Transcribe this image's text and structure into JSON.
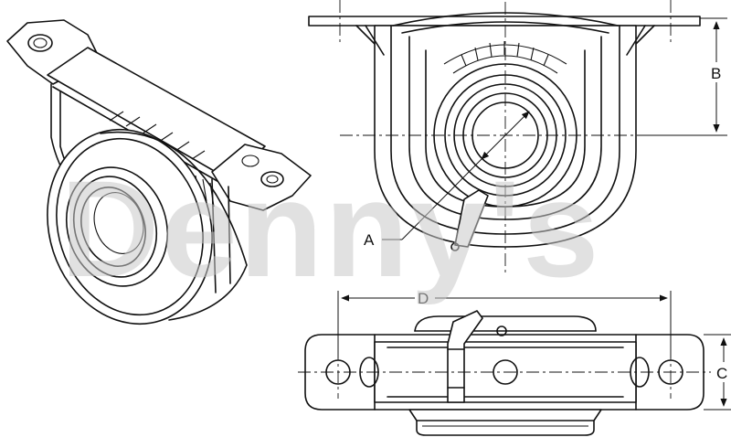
{
  "watermark": {
    "text": "Denny's",
    "color": "#c8c8c8"
  },
  "dimensions": {
    "a": "A",
    "b": "B",
    "c": "C",
    "d": "D"
  },
  "colors": {
    "line": "#111111",
    "background": "#ffffff"
  }
}
